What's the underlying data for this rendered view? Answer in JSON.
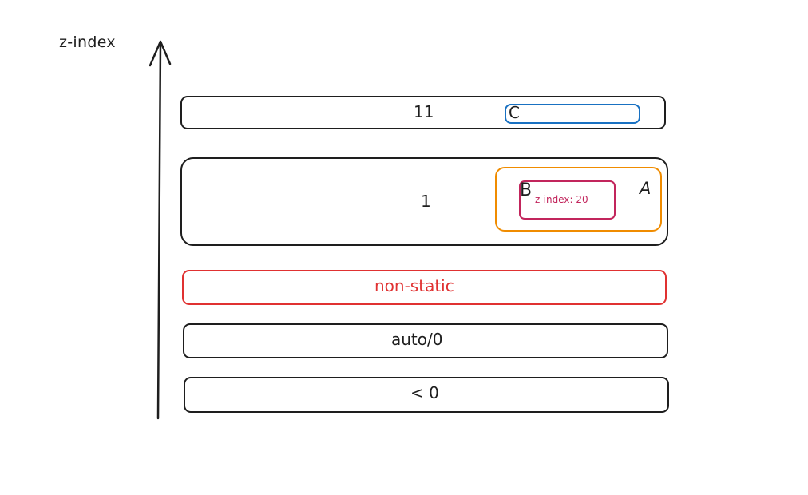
{
  "axis": {
    "label": "z-index",
    "icon": "up-arrow-icon"
  },
  "layers": {
    "l11": {
      "label": "11"
    },
    "l1": {
      "label": "1"
    },
    "non_static": {
      "label": "non-static",
      "color": "#e03131"
    },
    "auto_zero": {
      "label": "auto/0"
    },
    "negative": {
      "label": "< 0"
    }
  },
  "boxes": {
    "c": {
      "label": "C",
      "color": "#1971c2"
    },
    "a": {
      "label": "A",
      "color": "#f08c00"
    },
    "b": {
      "label": "B",
      "color": "#c2255c",
      "note": "z-index: 20"
    }
  },
  "colors": {
    "stroke": "#1e1e1e",
    "background": "#ffffff"
  }
}
